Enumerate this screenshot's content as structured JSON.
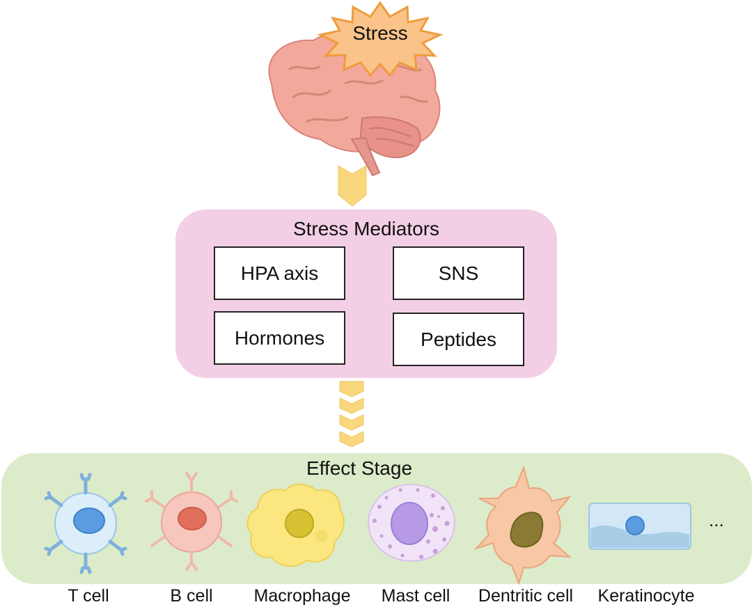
{
  "trigger": {
    "label": "Stress"
  },
  "mediators": {
    "title": "Stress Mediators",
    "items": [
      "HPA axis",
      "SNS",
      "Hormones",
      "Peptides"
    ]
  },
  "effect": {
    "title": "Effect Stage",
    "cells": [
      "T cell",
      "B cell",
      "Macrophage",
      "Mast cell",
      "Dentritic cell",
      "Keratinocyte"
    ],
    "more": "..."
  },
  "colors": {
    "starburst_fill": "#f9c38a",
    "starburst_stroke": "#ef9c3c",
    "brain": "#f2a89a",
    "arrow": "#f8d77e",
    "mediator_panel": "#f3cfe5",
    "effect_panel": "#dcebc9"
  },
  "icons": [
    "brain-icon",
    "starburst-icon",
    "chevron-arrow-icon",
    "t-cell-icon",
    "b-cell-icon",
    "macrophage-icon",
    "mast-cell-icon",
    "dendritic-cell-icon",
    "keratinocyte-icon"
  ]
}
